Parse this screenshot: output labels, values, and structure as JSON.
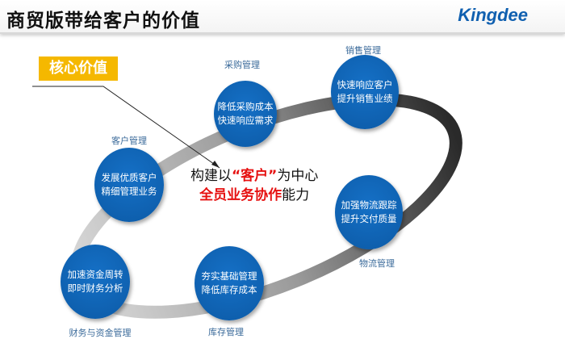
{
  "header": {
    "title": "商贸版带给客户的价值",
    "logo": "Kingdee"
  },
  "badge": "核心价值",
  "center": {
    "line1_pre": "构建以",
    "line1_quote": "“客户”",
    "line1_post": "为中心",
    "line2_red": "全员业务协作",
    "line2_post": "能力"
  },
  "nodes": [
    {
      "label": "采购管理",
      "lines": [
        "降低采购成本",
        "快速响应需求"
      ]
    },
    {
      "label": "销售管理",
      "lines": [
        "快速响应客户",
        "提升销售业绩"
      ]
    },
    {
      "label": "客户管理",
      "lines": [
        "发展优质客户",
        "精细管理业务"
      ]
    },
    {
      "label": "物流管理",
      "lines": [
        "加强物流跟踪",
        "提升交付质量"
      ]
    },
    {
      "label": "财务与资金管理",
      "lines": [
        "加速资金周转",
        "即时财务分析"
      ]
    },
    {
      "label": "库存管理",
      "lines": [
        "夯实基础管理",
        "降低库存成本"
      ]
    }
  ]
}
